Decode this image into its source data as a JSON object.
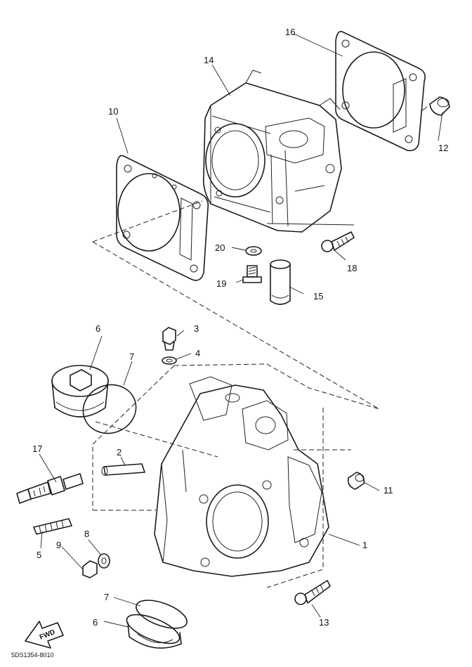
{
  "callouts": {
    "c1": "1",
    "c2": "2",
    "c3": "3",
    "c4": "4",
    "c5": "5",
    "c6a": "6",
    "c6b": "6",
    "c7a": "7",
    "c7b": "7",
    "c8": "8",
    "c9": "9",
    "c10": "10",
    "c11": "11",
    "c12": "12",
    "c13": "13",
    "c14": "14",
    "c15": "15",
    "c16": "16",
    "c17": "17",
    "c18": "18",
    "c19": "19",
    "c20": "20"
  },
  "diagram_code": "5DS1354-8010",
  "fwd_label": "FWD"
}
